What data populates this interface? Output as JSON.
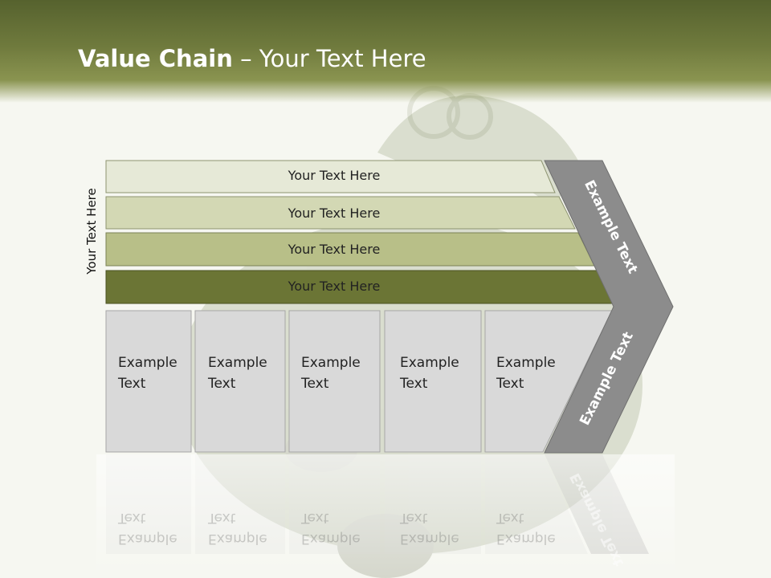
{
  "title": {
    "bold": "Value Chain",
    "rest": " – Your Text Here"
  },
  "side_label": "Your Text Here",
  "bars": [
    {
      "label": "Your Text Here"
    },
    {
      "label": "Your Text Here"
    },
    {
      "label": "Your Text Here"
    },
    {
      "label": "Your Text Here"
    }
  ],
  "cells": [
    {
      "line1": "Example",
      "line2": "Text"
    },
    {
      "line1": "Example",
      "line2": "Text"
    },
    {
      "line1": "Example",
      "line2": "Text"
    },
    {
      "line1": "Example",
      "line2": "Text"
    },
    {
      "line1": "Example",
      "line2": "Text"
    }
  ],
  "chevron": {
    "upper": "Example Text",
    "lower": "Example Text"
  },
  "colors": {
    "header": "#6f7a3d",
    "bar1": "#e6e9d7",
    "bar2": "#d3d8b4",
    "bar3": "#b8bf88",
    "bar4": "#6b7535",
    "cell": "#d9d9d9",
    "chevron": "#8c8c8c"
  }
}
